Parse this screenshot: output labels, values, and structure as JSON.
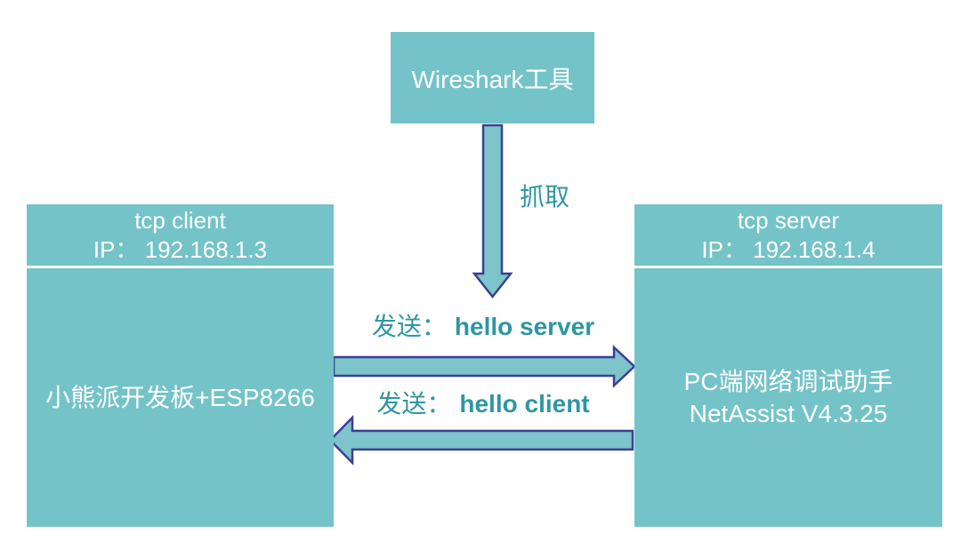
{
  "wireshark_box": {
    "label": "Wireshark工具"
  },
  "capture_label": "抓取",
  "client_box": {
    "title": "tcp client",
    "ip": "IP： 192.168.1.3",
    "body": "小熊派开发板+ESP8266"
  },
  "server_box": {
    "title": "tcp server",
    "ip": "IP： 192.168.1.4",
    "body_line1": "PC端网络调试助手",
    "body_line2": "NetAssist V4.3.25"
  },
  "messages": {
    "to_server": {
      "prefix": "发送：",
      "text": "hello server"
    },
    "to_client": {
      "prefix": "发送：",
      "text": "hello client"
    }
  },
  "arrows": [
    {
      "name": "capture-arrow",
      "from": "Wireshark工具",
      "to": "network link",
      "direction": "down"
    },
    {
      "name": "send-to-server-arrow",
      "from": "tcp client",
      "to": "tcp server",
      "direction": "right"
    },
    {
      "name": "send-to-client-arrow",
      "from": "tcp server",
      "to": "tcp client",
      "direction": "left"
    }
  ],
  "colors": {
    "box_fill": "#74c3c9",
    "arrow_fill": "#7dc4cb",
    "arrow_stroke": "#3c3f94",
    "label_text": "#2e96a3",
    "box_text": "#ffffff",
    "background": "#ffffff"
  }
}
